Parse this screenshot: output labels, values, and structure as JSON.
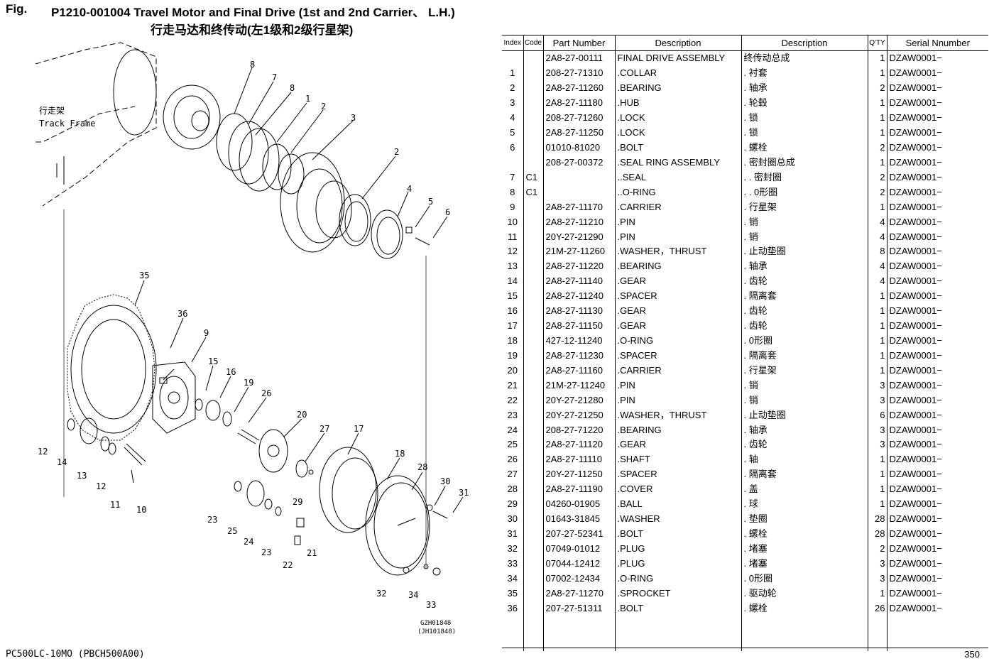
{
  "header": {
    "fig_label": "Fig.",
    "title": "P1210-001004   Travel Motor and Final Drive (1st and 2nd Carrier、 L.H.)",
    "title_cn": "行走马达和终传动(左1级和2级行星架)"
  },
  "diagram": {
    "frame_label_cn": "行走架",
    "frame_label_en": "Track Frame",
    "callouts": [
      "8",
      "7",
      "8",
      "1",
      "2",
      "3",
      "2",
      "4",
      "5",
      "6",
      "35",
      "36",
      "9",
      "15",
      "16",
      "19",
      "26",
      "20",
      "27",
      "17",
      "18",
      "28",
      "30",
      "31",
      "12",
      "14",
      "13",
      "12",
      "11",
      "10",
      "23",
      "25",
      "24",
      "23",
      "22",
      "21",
      "29",
      "32",
      "34",
      "33"
    ],
    "drawing_no_1": "GZH01848",
    "drawing_no_2": "(JH101848)"
  },
  "table": {
    "headers": [
      "Index",
      "Code",
      "Part Number",
      "Description",
      "Description",
      "Q'TY",
      "Serial Nnumber"
    ],
    "rows": [
      [
        "",
        "",
        "2A8-27-00111",
        "FINAL DRIVE ASSEMBLY",
        "终传动总成",
        "1",
        "DZAW0001−"
      ],
      [
        "1",
        "",
        "208-27-71310",
        ".COLLAR",
        ". 衬套",
        "1",
        "DZAW0001−"
      ],
      [
        "2",
        "",
        "2A8-27-11260",
        ".BEARING",
        ". 轴承",
        "2",
        "DZAW0001−"
      ],
      [
        "3",
        "",
        "2A8-27-11180",
        ".HUB",
        ". 轮毂",
        "1",
        "DZAW0001−"
      ],
      [
        "4",
        "",
        "208-27-71260",
        ".LOCK",
        ". 锁",
        "1",
        "DZAW0001−"
      ],
      [
        "5",
        "",
        "2A8-27-11250",
        ".LOCK",
        ". 锁",
        "1",
        "DZAW0001−"
      ],
      [
        "6",
        "",
        "01010-81020",
        ".BOLT",
        ". 螺栓",
        "2",
        "DZAW0001−"
      ],
      [
        "",
        "",
        "208-27-00372",
        ".SEAL RING ASSEMBLY",
        ". 密封圈总成",
        "1",
        "DZAW0001−"
      ],
      [
        "7",
        "C1",
        "",
        "..SEAL",
        ". . 密封圈",
        "2",
        "DZAW0001−"
      ],
      [
        "8",
        "C1",
        "",
        "..O-RING",
        ". . 0形圈",
        "2",
        "DZAW0001−"
      ],
      [
        "9",
        "",
        "2A8-27-11170",
        ".CARRIER",
        ". 行星架",
        "1",
        "DZAW0001−"
      ],
      [
        "10",
        "",
        "2A8-27-11210",
        ".PIN",
        ". 销",
        "4",
        "DZAW0001−"
      ],
      [
        "11",
        "",
        "20Y-27-21290",
        ".PIN",
        ". 销",
        "4",
        "DZAW0001−"
      ],
      [
        "12",
        "",
        "21M-27-11260",
        ".WASHER，THRUST",
        ". 止动垫圈",
        "8",
        "DZAW0001−"
      ],
      [
        "13",
        "",
        "2A8-27-11220",
        ".BEARING",
        ". 轴承",
        "4",
        "DZAW0001−"
      ],
      [
        "14",
        "",
        "2A8-27-11140",
        ".GEAR",
        ". 齿轮",
        "4",
        "DZAW0001−"
      ],
      [
        "15",
        "",
        "2A8-27-11240",
        ".SPACER",
        ". 隔离套",
        "1",
        "DZAW0001−"
      ],
      [
        "16",
        "",
        "2A8-27-11130",
        ".GEAR",
        ". 齿轮",
        "1",
        "DZAW0001−"
      ],
      [
        "17",
        "",
        "2A8-27-11150",
        ".GEAR",
        ". 齿轮",
        "1",
        "DZAW0001−"
      ],
      [
        "18",
        "",
        "427-12-11240",
        ".O-RING",
        ". 0形圈",
        "1",
        "DZAW0001−"
      ],
      [
        "19",
        "",
        "2A8-27-11230",
        ".SPACER",
        ". 隔离套",
        "1",
        "DZAW0001−"
      ],
      [
        "20",
        "",
        "2A8-27-11160",
        ".CARRIER",
        ". 行星架",
        "1",
        "DZAW0001−"
      ],
      [
        "21",
        "",
        "21M-27-11240",
        ".PIN",
        ". 销",
        "3",
        "DZAW0001−"
      ],
      [
        "22",
        "",
        "20Y-27-21280",
        ".PIN",
        ". 销",
        "3",
        "DZAW0001−"
      ],
      [
        "23",
        "",
        "20Y-27-21250",
        ".WASHER，THRUST",
        ". 止动垫圈",
        "6",
        "DZAW0001−"
      ],
      [
        "24",
        "",
        "208-27-71220",
        ".BEARING",
        ". 轴承",
        "3",
        "DZAW0001−"
      ],
      [
        "25",
        "",
        "2A8-27-11120",
        ".GEAR",
        ". 齿轮",
        "3",
        "DZAW0001−"
      ],
      [
        "26",
        "",
        "2A8-27-11110",
        ".SHAFT",
        ". 轴",
        "1",
        "DZAW0001−"
      ],
      [
        "27",
        "",
        "20Y-27-11250",
        ".SPACER",
        ". 隔离套",
        "1",
        "DZAW0001−"
      ],
      [
        "28",
        "",
        "2A8-27-11190",
        ".COVER",
        ". 盖",
        "1",
        "DZAW0001−"
      ],
      [
        "29",
        "",
        "04260-01905",
        ".BALL",
        ". 球",
        "1",
        "DZAW0001−"
      ],
      [
        "30",
        "",
        "01643-31845",
        ".WASHER",
        ". 垫圈",
        "28",
        "DZAW0001−"
      ],
      [
        "31",
        "",
        "207-27-52341",
        ".BOLT",
        ". 螺栓",
        "28",
        "DZAW0001−"
      ],
      [
        "32",
        "",
        "07049-01012",
        ".PLUG",
        ". 堵塞",
        "2",
        "DZAW0001−"
      ],
      [
        "33",
        "",
        "07044-12412",
        ".PLUG",
        ". 堵塞",
        "3",
        "DZAW0001−"
      ],
      [
        "34",
        "",
        "07002-12434",
        ".O-RING",
        ". 0形圈",
        "3",
        "DZAW0001−"
      ],
      [
        "35",
        "",
        "2A8-27-11270",
        ".SPROCKET",
        ". 驱动轮",
        "1",
        "DZAW0001−"
      ],
      [
        "36",
        "",
        "207-27-51311",
        ".BOLT",
        ". 螺栓",
        "26",
        "DZAW0001−"
      ]
    ]
  },
  "footer": {
    "model": "PC500LC-10MO  (PBCH500A00)",
    "page": "350"
  }
}
